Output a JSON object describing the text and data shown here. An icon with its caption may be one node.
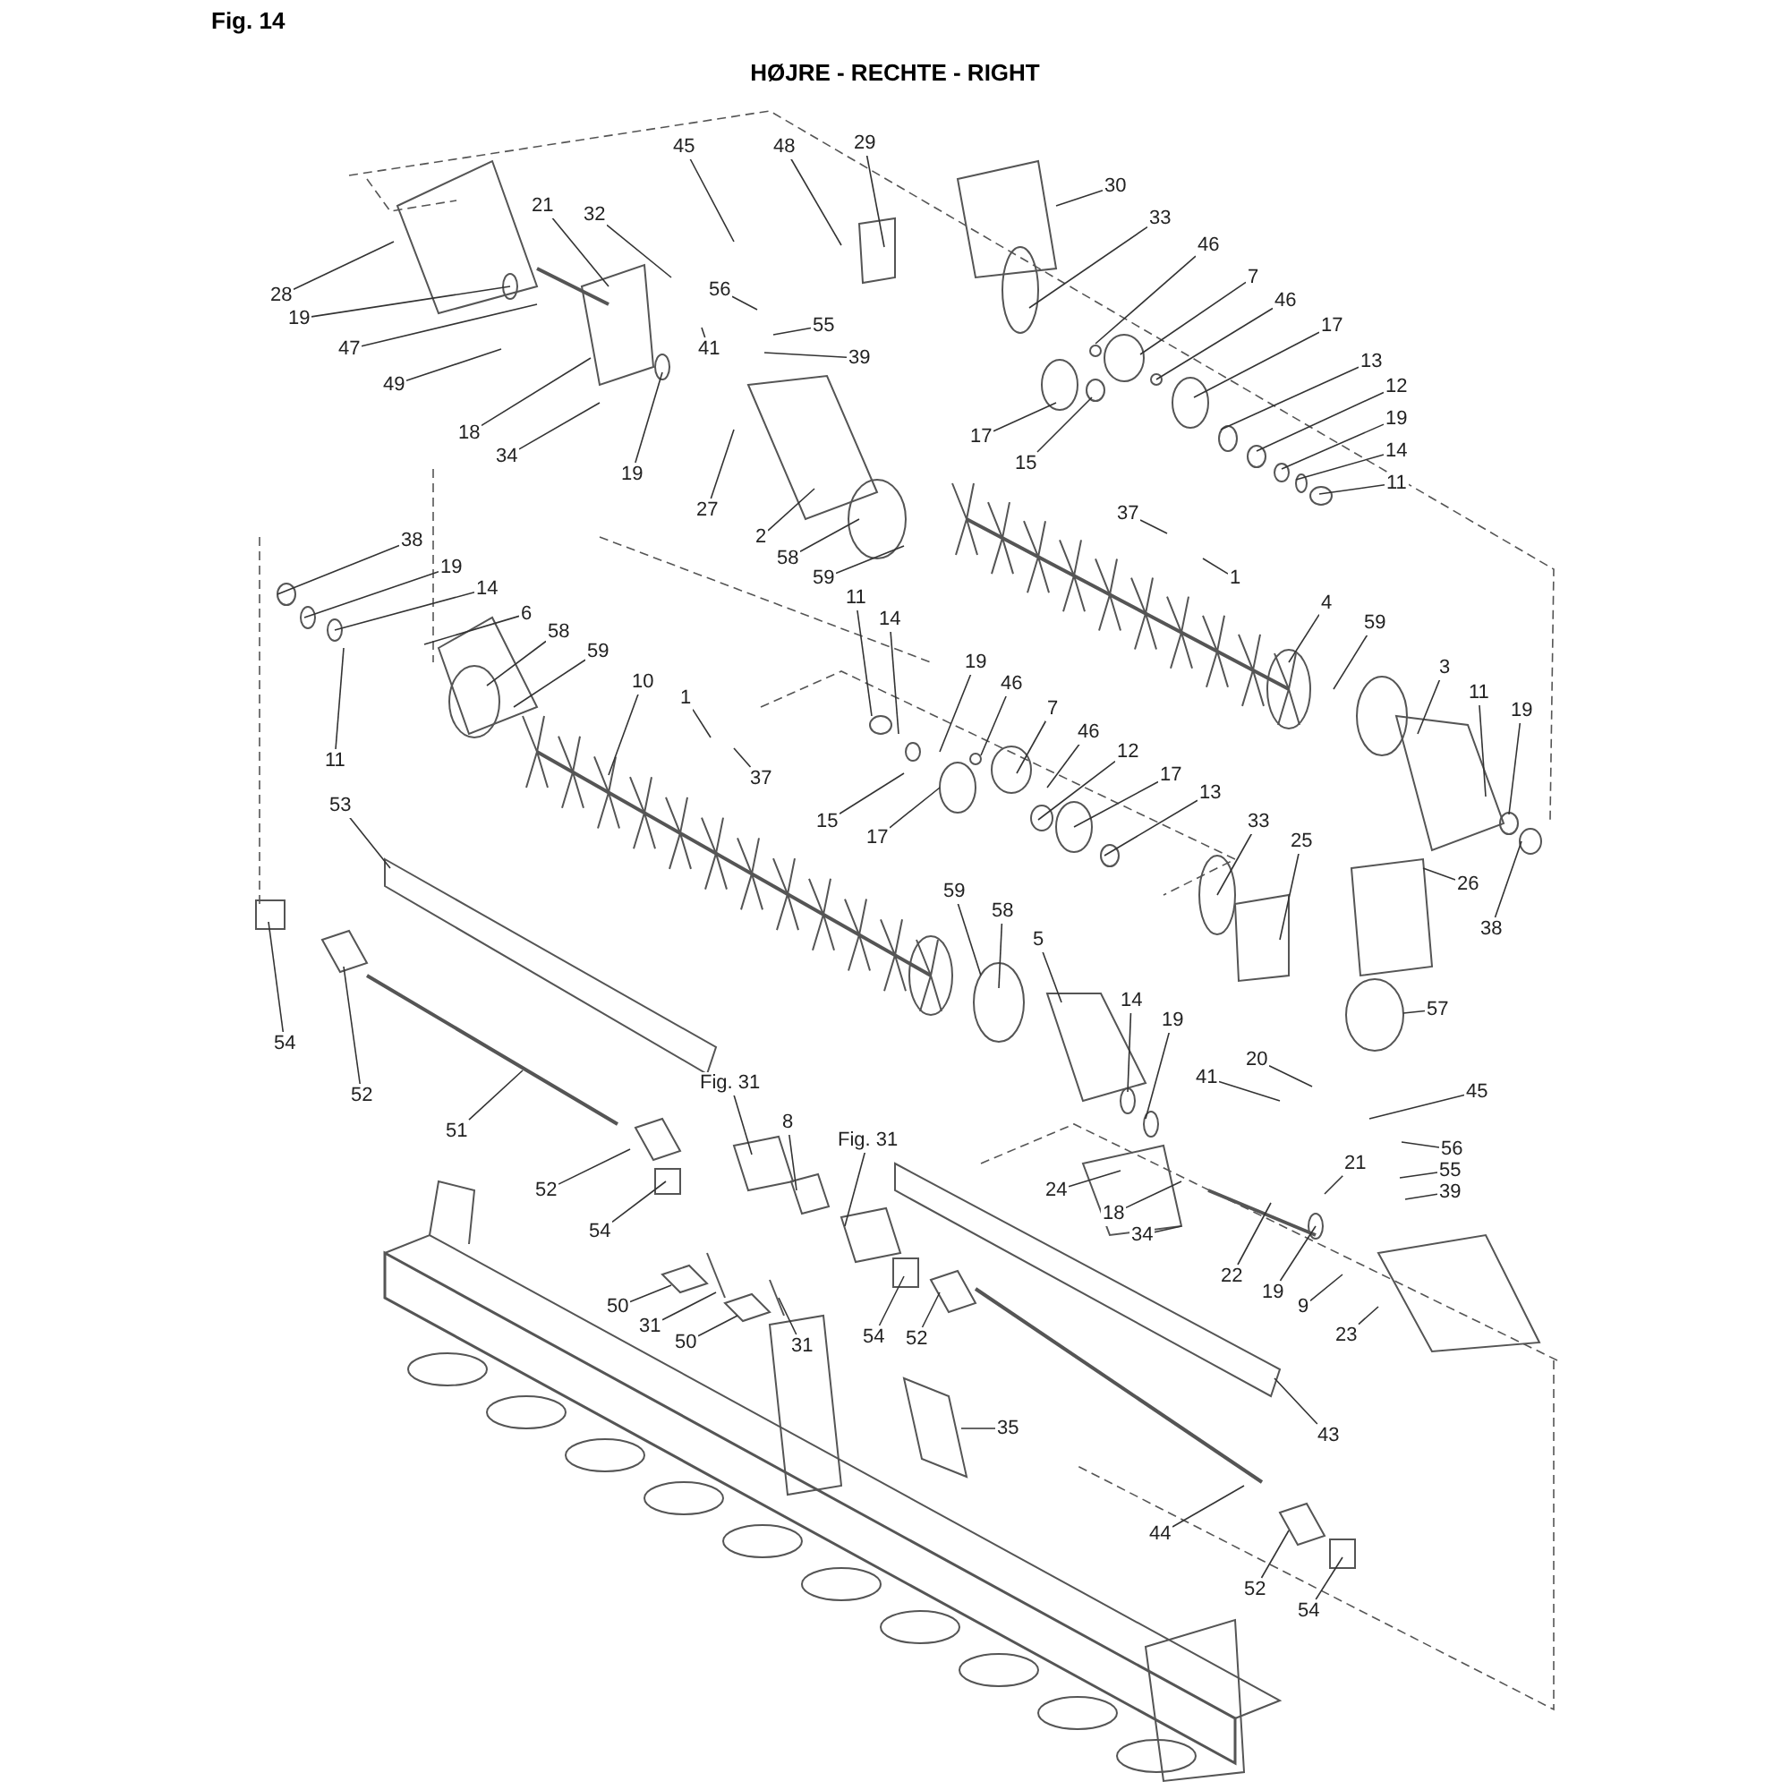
{
  "diagram": {
    "title": "HØJRE - RECHTE - RIGHT",
    "nodes": [
      {
        "text": [
          "28"
        ]
      },
      {
        "text": [
          "19"
        ]
      },
      {
        "text": [
          "21"
        ]
      },
      {
        "text": [
          "32"
        ]
      },
      {
        "text": [
          "45"
        ]
      },
      {
        "text": [
          "48"
        ]
      },
      {
        "text": [
          "29"
        ]
      },
      {
        "text": [
          "30"
        ]
      },
      {
        "text": [
          "33"
        ]
      },
      {
        "text": [
          "46"
        ]
      },
      {
        "text": [
          "7"
        ]
      },
      {
        "text": [
          "46"
        ]
      },
      {
        "text": [
          "17"
        ]
      },
      {
        "text": [
          "13"
        ]
      },
      {
        "text": [
          "12"
        ]
      },
      {
        "text": [
          "19"
        ]
      },
      {
        "text": [
          "14"
        ]
      },
      {
        "text": [
          "11"
        ]
      },
      {
        "text": [
          "47"
        ]
      },
      {
        "text": [
          "49"
        ]
      },
      {
        "text": [
          "56"
        ]
      },
      {
        "text": [
          "55"
        ]
      },
      {
        "text": [
          "41"
        ]
      },
      {
        "text": [
          "39"
        ]
      },
      {
        "text": [
          "18"
        ]
      },
      {
        "text": [
          "34"
        ]
      },
      {
        "text": [
          "19"
        ]
      },
      {
        "text": [
          "17"
        ]
      },
      {
        "text": [
          "15"
        ]
      },
      {
        "text": [
          "27"
        ]
      },
      {
        "text": [
          "2"
        ]
      },
      {
        "text": [
          "58"
        ]
      },
      {
        "text": [
          "59"
        ]
      },
      {
        "text": [
          "37"
        ]
      },
      {
        "text": [
          "1"
        ]
      },
      {
        "text": [
          "38"
        ]
      },
      {
        "text": [
          "19"
        ]
      },
      {
        "text": [
          "14"
        ]
      },
      {
        "text": [
          "11"
        ]
      },
      {
        "text": [
          "4"
        ]
      },
      {
        "text": [
          "6"
        ]
      },
      {
        "text": [
          "14"
        ]
      },
      {
        "text": [
          "59"
        ]
      },
      {
        "text": [
          "58"
        ]
      },
      {
        "text": [
          "19"
        ]
      },
      {
        "text": [
          "3"
        ]
      },
      {
        "text": [
          "59"
        ]
      },
      {
        "text": [
          "46"
        ]
      },
      {
        "text": [
          "10"
        ]
      },
      {
        "text": [
          "1"
        ]
      },
      {
        "text": [
          "11"
        ]
      },
      {
        "text": [
          "7"
        ]
      },
      {
        "text": [
          "19"
        ]
      },
      {
        "text": [
          "46"
        ]
      },
      {
        "text": [
          "12"
        ]
      },
      {
        "text": [
          "11"
        ]
      },
      {
        "text": [
          "17"
        ]
      },
      {
        "text": [
          "37"
        ]
      },
      {
        "text": [
          "13"
        ]
      },
      {
        "text": [
          "53"
        ]
      },
      {
        "text": [
          "33"
        ]
      },
      {
        "text": [
          "15"
        ]
      },
      {
        "text": [
          "17"
        ]
      },
      {
        "text": [
          "25"
        ]
      },
      {
        "text": [
          "26"
        ]
      },
      {
        "text": [
          "59"
        ]
      },
      {
        "text": [
          "58"
        ]
      },
      {
        "text": [
          "38"
        ]
      },
      {
        "text": [
          "5"
        ]
      },
      {
        "text": [
          "14"
        ]
      },
      {
        "text": [
          "57"
        ]
      },
      {
        "text": [
          "19"
        ]
      },
      {
        "text": [
          "54"
        ]
      },
      {
        "text": [
          "20"
        ]
      },
      {
        "text": [
          "41"
        ]
      },
      {
        "text": [
          "Fig. 31"
        ]
      },
      {
        "text": [
          "45"
        ]
      },
      {
        "text": [
          "52"
        ]
      },
      {
        "text": [
          "8"
        ]
      },
      {
        "text": [
          "51"
        ]
      },
      {
        "text": [
          "Fig. 31"
        ]
      },
      {
        "text": [
          "56"
        ]
      },
      {
        "text": [
          "21"
        ]
      },
      {
        "text": [
          "55"
        ]
      },
      {
        "text": [
          "52"
        ]
      },
      {
        "text": [
          "24"
        ]
      },
      {
        "text": [
          "39"
        ]
      },
      {
        "text": [
          "18"
        ]
      },
      {
        "text": [
          "54"
        ]
      },
      {
        "text": [
          "34"
        ]
      },
      {
        "text": [
          "22"
        ]
      },
      {
        "text": [
          "19"
        ]
      },
      {
        "text": [
          "50"
        ]
      },
      {
        "text": [
          "9"
        ]
      },
      {
        "text": [
          "31"
        ]
      },
      {
        "text": [
          "23"
        ]
      },
      {
        "text": [
          "54"
        ]
      },
      {
        "text": [
          "52"
        ]
      },
      {
        "text": [
          "50"
        ]
      },
      {
        "text": [
          "31"
        ]
      },
      {
        "text": [
          "35"
        ]
      },
      {
        "text": [
          "43"
        ]
      },
      {
        "text": [
          "44"
        ]
      },
      {
        "text": [
          "52"
        ]
      },
      {
        "text": [
          "54"
        ]
      }
    ],
    "edges": [
      {
        "from": 0,
        "to": null,
        "arrow": "none"
      },
      {
        "from": 1,
        "to": null,
        "arrow": "none"
      },
      {
        "from": 2,
        "to": null,
        "arrow": "none"
      },
      {
        "from": 3,
        "to": null,
        "arrow": "none"
      },
      {
        "from": 4,
        "to": null,
        "arrow": "none"
      },
      {
        "from": 5,
        "to": null,
        "arrow": "none"
      },
      {
        "from": 6,
        "to": null,
        "arrow": "none"
      },
      {
        "from": 7,
        "to": null,
        "arrow": "none"
      },
      {
        "from": 8,
        "to": null,
        "arrow": "none"
      },
      {
        "from": 9,
        "to": null,
        "arrow": "none"
      },
      {
        "from": 10,
        "to": null,
        "arrow": "none"
      },
      {
        "from": 11,
        "to": null,
        "arrow": "none"
      },
      {
        "from": 12,
        "to": null,
        "arrow": "none"
      },
      {
        "from": 13,
        "to": null,
        "arrow": "none"
      },
      {
        "from": 14,
        "to": null,
        "arrow": "none"
      },
      {
        "from": 15,
        "to": null,
        "arrow": "none"
      },
      {
        "from": 16,
        "to": null,
        "arrow": "none"
      },
      {
        "from": 17,
        "to": null,
        "arrow": "none"
      },
      {
        "from": 18,
        "to": null,
        "arrow": "none"
      },
      {
        "from": 19,
        "to": null,
        "arrow": "none"
      },
      {
        "from": 20,
        "to": null,
        "arrow": "none"
      },
      {
        "from": 21,
        "to": null,
        "arrow": "none"
      },
      {
        "from": 22,
        "to": null,
        "arrow": "none"
      },
      {
        "from": 23,
        "to": null,
        "arrow": "none"
      },
      {
        "from": 24,
        "to": null,
        "arrow": "none"
      },
      {
        "from": 25,
        "to": null,
        "arrow": "none"
      },
      {
        "from": 26,
        "to": null,
        "arrow": "none"
      },
      {
        "from": 27,
        "to": null,
        "arrow": "none"
      },
      {
        "from": 28,
        "to": null,
        "arrow": "none"
      },
      {
        "from": 29,
        "to": null,
        "arrow": "none"
      },
      {
        "from": 30,
        "to": null,
        "arrow": "none"
      },
      {
        "from": 31,
        "to": null,
        "arrow": "none"
      },
      {
        "from": 32,
        "to": null,
        "arrow": "none"
      },
      {
        "from": 33,
        "to": null,
        "arrow": "none"
      },
      {
        "from": 34,
        "to": null,
        "arrow": "none"
      },
      {
        "from": 35,
        "to": null,
        "arrow": "none"
      },
      {
        "from": 36,
        "to": null,
        "arrow": "none"
      },
      {
        "from": 37,
        "to": null,
        "arrow": "none"
      },
      {
        "from": 38,
        "to": null,
        "arrow": "none"
      },
      {
        "from": 39,
        "to": null,
        "arrow": "none"
      },
      {
        "from": 40,
        "to": null,
        "arrow": "none"
      },
      {
        "from": 41,
        "to": null,
        "arrow": "none"
      },
      {
        "from": 42,
        "to": null,
        "arrow": "none"
      },
      {
        "from": 43,
        "to": null,
        "arrow": "none"
      },
      {
        "from": 44,
        "to": null,
        "arrow": "none"
      },
      {
        "from": 45,
        "to": null,
        "arrow": "none"
      },
      {
        "from": 46,
        "to": null,
        "arrow": "none"
      },
      {
        "from": 47,
        "to": null,
        "arrow": "none"
      },
      {
        "from": 48,
        "to": null,
        "arrow": "none"
      },
      {
        "from": 49,
        "to": null,
        "arrow": "none"
      },
      {
        "from": 50,
        "to": null,
        "arrow": "none"
      },
      {
        "from": 51,
        "to": null,
        "arrow": "none"
      },
      {
        "from": 52,
        "to": null,
        "arrow": "none"
      },
      {
        "from": 53,
        "to": null,
        "arrow": "none"
      },
      {
        "from": 54,
        "to": null,
        "arrow": "none"
      },
      {
        "from": 55,
        "to": null,
        "arrow": "none"
      },
      {
        "from": 56,
        "to": null,
        "arrow": "none"
      },
      {
        "from": 57,
        "to": null,
        "arrow": "none"
      },
      {
        "from": 58,
        "to": null,
        "arrow": "none"
      },
      {
        "from": 59,
        "to": null,
        "arrow": "none"
      },
      {
        "from": 60,
        "to": null,
        "arrow": "none"
      },
      {
        "from": 61,
        "to": null,
        "arrow": "none"
      },
      {
        "from": 62,
        "to": null,
        "arrow": "none"
      },
      {
        "from": 63,
        "to": null,
        "arrow": "none"
      },
      {
        "from": 64,
        "to": null,
        "arrow": "none"
      },
      {
        "from": 65,
        "to": null,
        "arrow": "none"
      },
      {
        "from": 66,
        "to": null,
        "arrow": "none"
      },
      {
        "from": 67,
        "to": null,
        "arrow": "none"
      },
      {
        "from": 68,
        "to": null,
        "arrow": "none"
      },
      {
        "from": 69,
        "to": null,
        "arrow": "none"
      },
      {
        "from": 70,
        "to": null,
        "arrow": "none"
      },
      {
        "from": 71,
        "to": null,
        "arrow": "none"
      },
      {
        "from": 72,
        "to": null,
        "arrow": "none"
      },
      {
        "from": 73,
        "to": null,
        "arrow": "none"
      },
      {
        "from": 74,
        "to": null,
        "arrow": "none"
      },
      {
        "from": 75,
        "to": null,
        "arrow": "none"
      },
      {
        "from": 76,
        "to": null,
        "arrow": "none"
      },
      {
        "from": 77,
        "to": null,
        "arrow": "none"
      },
      {
        "from": 78,
        "to": null,
        "arrow": "none"
      },
      {
        "from": 79,
        "to": null,
        "arrow": "none"
      },
      {
        "from": 80,
        "to": null,
        "arrow": "none"
      },
      {
        "from": 81,
        "to": null,
        "arrow": "none"
      },
      {
        "from": 82,
        "to": null,
        "arrow": "none"
      },
      {
        "from": 83,
        "to": null,
        "arrow": "none"
      },
      {
        "from": 84,
        "to": null,
        "arrow": "none"
      },
      {
        "from": 85,
        "to": null,
        "arrow": "none"
      },
      {
        "from": 86,
        "to": null,
        "arrow": "none"
      },
      {
        "from": 87,
        "to": null,
        "arrow": "none"
      },
      {
        "from": 88,
        "to": null,
        "arrow": "none"
      },
      {
        "from": 89,
        "to": null,
        "arrow": "none"
      },
      {
        "from": 90,
        "to": null,
        "arrow": "none"
      },
      {
        "from": 91,
        "to": null,
        "arrow": "none"
      },
      {
        "from": 92,
        "to": null,
        "arrow": "none"
      },
      {
        "from": 93,
        "to": null,
        "arrow": "none"
      },
      {
        "from": 94,
        "to": null,
        "arrow": "none"
      },
      {
        "from": 95,
        "to": null,
        "arrow": "none"
      },
      {
        "from": 96,
        "to": null,
        "arrow": "none"
      },
      {
        "from": 97,
        "to": null,
        "arrow": "none"
      },
      {
        "from": 98,
        "to": null,
        "arrow": "none"
      },
      {
        "from": 99,
        "to": null,
        "arrow": "none"
      },
      {
        "from": 100,
        "to": null,
        "arrow": "none"
      },
      {
        "from": 101,
        "to": null,
        "arrow": "none"
      },
      {
        "from": 102,
        "to": null,
        "arrow": "none"
      },
      {
        "from": 103,
        "to": null,
        "arrow": "none"
      },
      {
        "from": 104,
        "to": null,
        "arrow": "none"
      }
    ],
    "labels": [
      "Fig. 14"
    ]
  }
}
